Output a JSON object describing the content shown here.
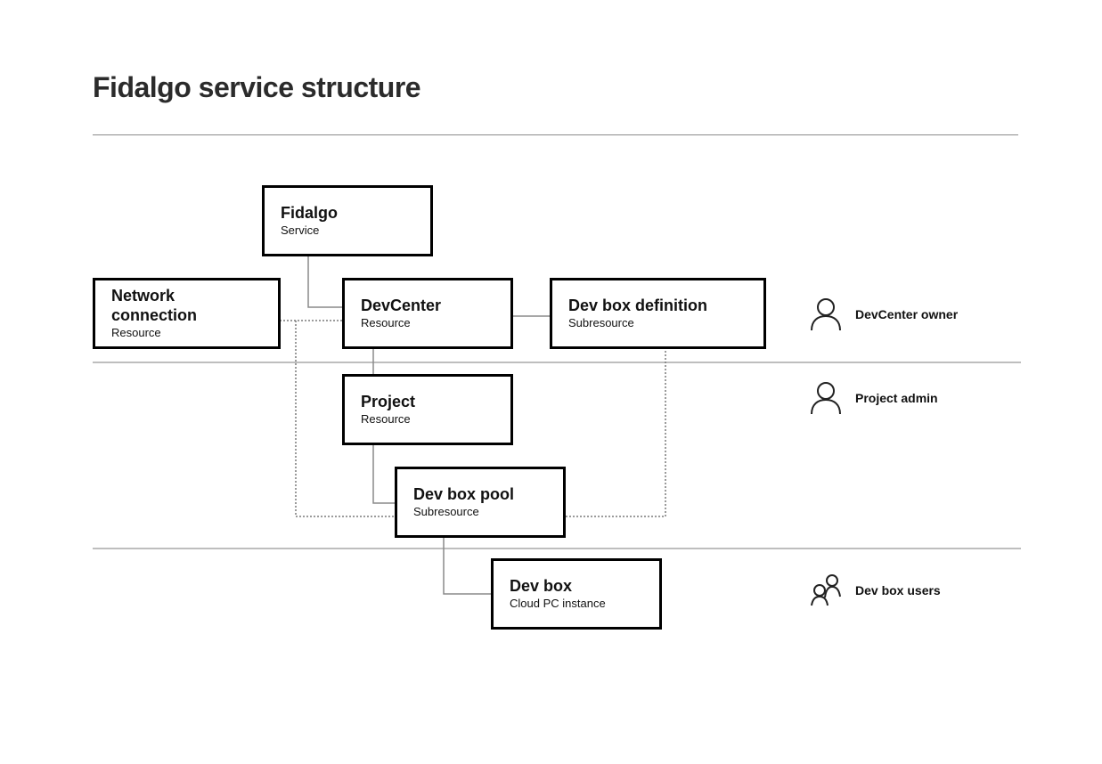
{
  "title": "Fidalgo service structure",
  "nodes": {
    "fidalgo": {
      "name": "Fidalgo",
      "sub": "Service"
    },
    "network": {
      "name": "Network connection",
      "sub": "Resource"
    },
    "devcenter": {
      "name": "DevCenter",
      "sub": "Resource"
    },
    "definition": {
      "name": "Dev box definition",
      "sub": "Subresource"
    },
    "project": {
      "name": "Project",
      "sub": "Resource"
    },
    "pool": {
      "name": "Dev box pool",
      "sub": "Subresource"
    },
    "devbox": {
      "name": "Dev box",
      "sub": "Cloud PC instance"
    }
  },
  "roles": {
    "owner": {
      "label": "DevCenter owner",
      "icon": "person-icon"
    },
    "admin": {
      "label": "Project admin",
      "icon": "person-icon"
    },
    "users": {
      "label": "Dev box users",
      "icon": "people-icon"
    }
  }
}
